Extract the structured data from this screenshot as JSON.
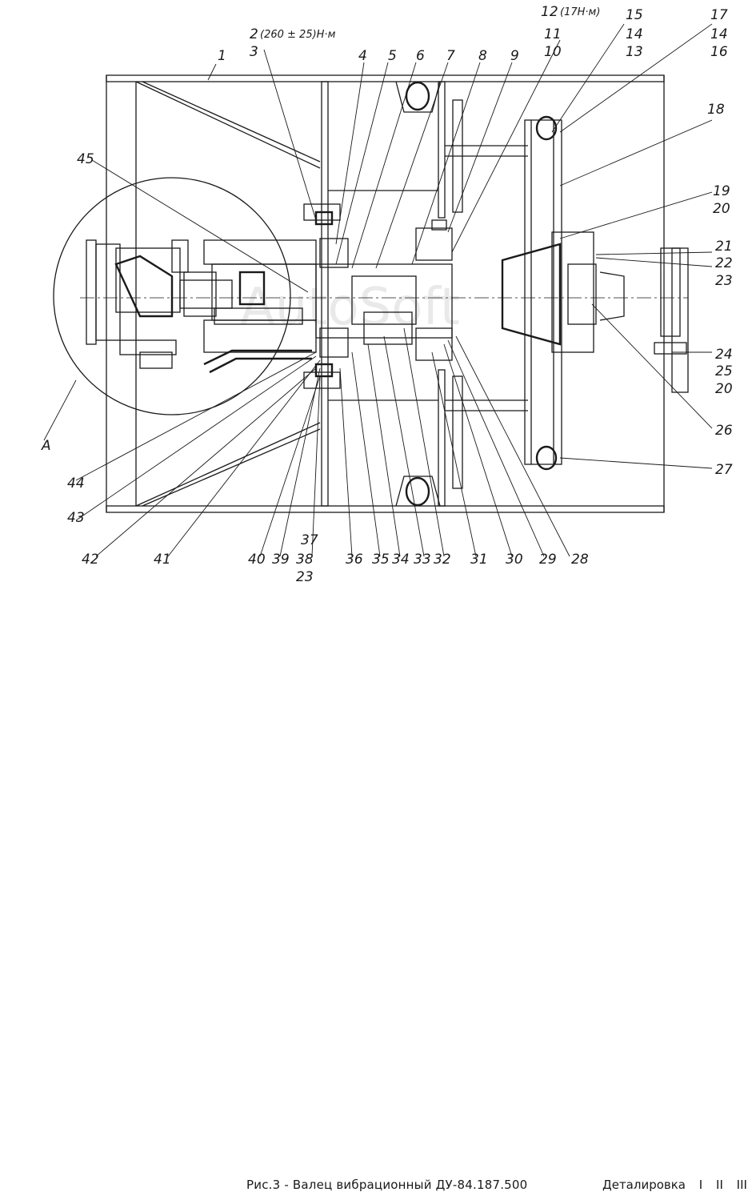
{
  "caption": "Рис.3 - Валец вибрационный ДУ-84.187.500",
  "detailing": {
    "label": "Деталировка",
    "pages": [
      "I",
      "II",
      "III"
    ]
  },
  "watermark": "AutoSoft",
  "callouts": {
    "c1": "1",
    "c2": "2",
    "c2_torque": "(260 ± 25)Н·м",
    "c3": "3",
    "c4": "4",
    "c5": "5",
    "c6": "6",
    "c7": "7",
    "c8": "8",
    "c9": "9",
    "c12": "12",
    "c12_torque": "(17Н·м)",
    "c11": "11",
    "c10": "10",
    "c15": "15",
    "c14a": "14",
    "c13": "13",
    "c17": "17",
    "c14b": "14",
    "c16": "16",
    "c18": "18",
    "c19": "19",
    "c20a": "20",
    "c21": "21",
    "c22": "22",
    "c23a": "23",
    "c24": "24",
    "c25": "25",
    "c20b": "20",
    "c26": "26",
    "c27": "27",
    "c28": "28",
    "c29": "29",
    "c30": "30",
    "c31": "31",
    "c32": "32",
    "c33": "33",
    "c34": "34",
    "c35": "35",
    "c36": "36",
    "c37": "37",
    "c38": "38",
    "c23b": "23",
    "c39": "39",
    "c40": "40",
    "c41": "41",
    "c42": "42",
    "c43": "43",
    "c44": "44",
    "c45": "45",
    "cA": "A"
  }
}
